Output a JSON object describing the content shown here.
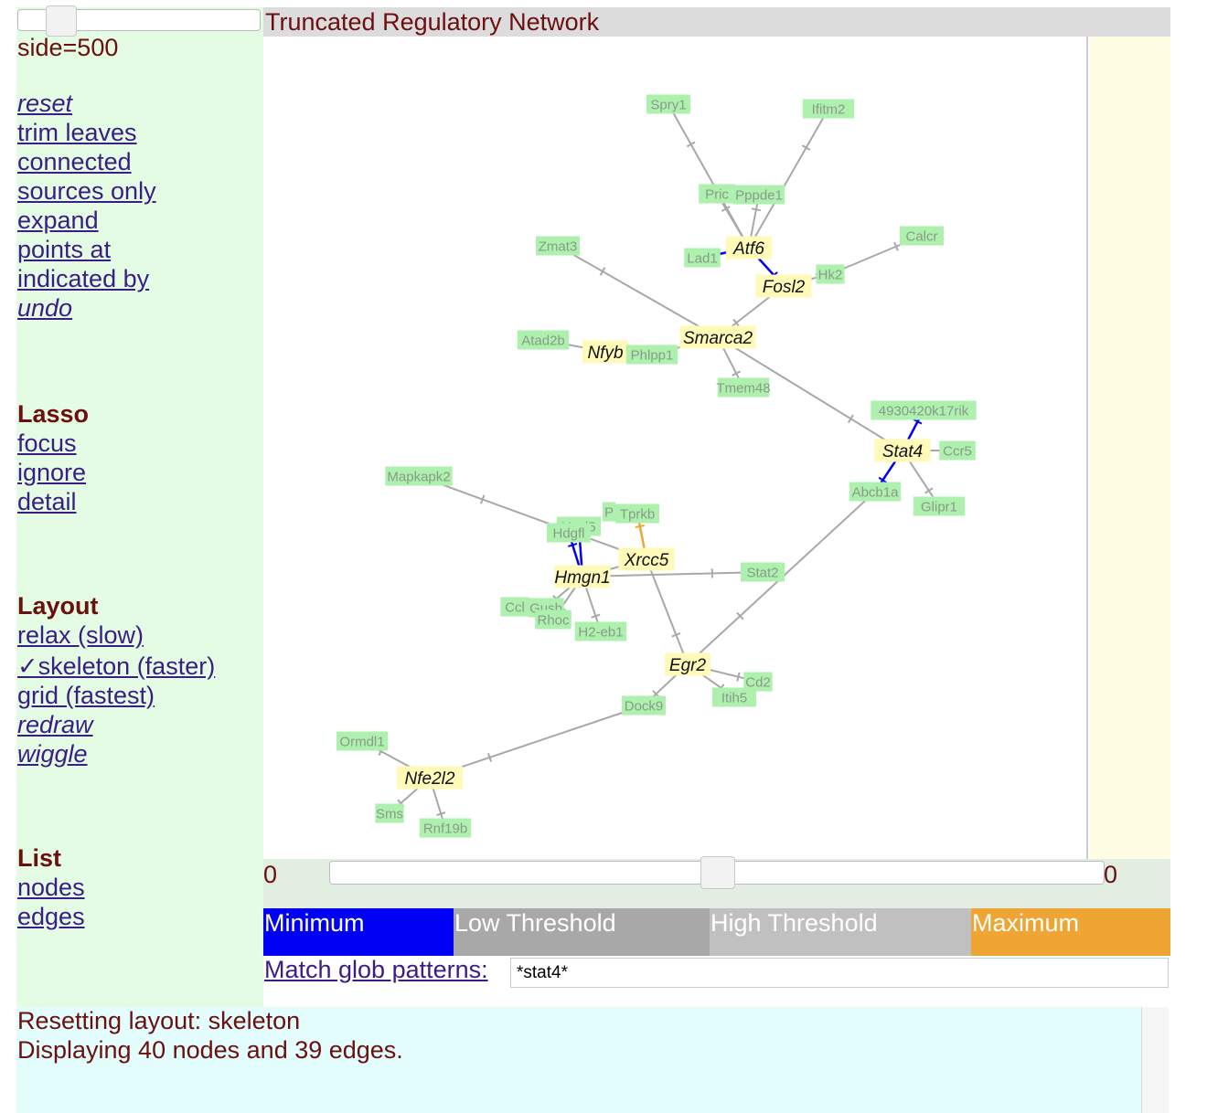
{
  "sidebar": {
    "side_label": "side=500",
    "actions": {
      "reset": "reset",
      "trim_leaves": "trim leaves",
      "connected": "connected",
      "sources_only": "sources only",
      "expand": "expand",
      "points_at": "points at",
      "indicated_by": "indicated by",
      "undo": "undo"
    },
    "lasso": {
      "heading": "Lasso",
      "focus": "focus",
      "ignore": "ignore",
      "detail": "detail"
    },
    "layout": {
      "heading": "Layout",
      "relax": "relax (slow)",
      "skeleton": "✓skeleton (faster)",
      "grid": "grid (fastest)",
      "redraw": "redraw",
      "wiggle": "wiggle"
    },
    "list": {
      "heading": "List",
      "nodes": "nodes",
      "edges": "edges"
    }
  },
  "title": "Truncated Regulatory Network",
  "threshold_slider": {
    "min_value": "0",
    "max_value": "0"
  },
  "legend": {
    "minimum": "Minimum",
    "low_threshold": "Low Threshold",
    "high_threshold": "High Threshold",
    "maximum": "Maximum"
  },
  "colors": {
    "minimum": "#0000f5",
    "low_threshold": "#a8a8a8",
    "high_threshold": "#c0c0c0",
    "maximum": "#eea534",
    "hub_node": "#fffab8",
    "leaf_node": "#aef0ae"
  },
  "match": {
    "label": "Match glob patterns:",
    "value": "*stat4*"
  },
  "log": {
    "line1": "Resetting layout: skeleton",
    "line2": "Displaying 40 nodes and 39 edges."
  },
  "graph": {
    "nodes": [
      {
        "id": "Spry1",
        "label": "Spry1",
        "kind": "leaf"
      },
      {
        "id": "Ifitm2",
        "label": "Ifitm2",
        "kind": "leaf"
      },
      {
        "id": "Pric",
        "label": "Pric",
        "kind": "leaf"
      },
      {
        "id": "Pppde1",
        "label": "Pppde1",
        "kind": "leaf"
      },
      {
        "id": "Calcr",
        "label": "Calcr",
        "kind": "leaf"
      },
      {
        "id": "Zmat3",
        "label": "Zmat3",
        "kind": "leaf"
      },
      {
        "id": "Lad1",
        "label": "Lad1",
        "kind": "leaf"
      },
      {
        "id": "Atf6",
        "label": "Atf6",
        "kind": "hub"
      },
      {
        "id": "Hk2",
        "label": "Hk2",
        "kind": "leaf"
      },
      {
        "id": "Fosl2",
        "label": "Fosl2",
        "kind": "hub"
      },
      {
        "id": "Smarca2",
        "label": "Smarca2",
        "kind": "hub"
      },
      {
        "id": "Atad2b",
        "label": "Atad2b",
        "kind": "leaf"
      },
      {
        "id": "Nfyb",
        "label": "Nfyb",
        "kind": "hub"
      },
      {
        "id": "Phlpp1",
        "label": "Phlpp1",
        "kind": "leaf"
      },
      {
        "id": "Tmem48",
        "label": "Tmem48",
        "kind": "leaf"
      },
      {
        "id": "4930420k17rik",
        "label": "4930420k17rik",
        "kind": "leaf"
      },
      {
        "id": "Stat4",
        "label": "Stat4",
        "kind": "hub"
      },
      {
        "id": "Ccr5",
        "label": "Ccr5",
        "kind": "leaf"
      },
      {
        "id": "Abcb1a",
        "label": "Abcb1a",
        "kind": "leaf"
      },
      {
        "id": "Glipr1",
        "label": "Glipr1",
        "kind": "leaf"
      },
      {
        "id": "Mapkapk2",
        "label": "Mapkapk2",
        "kind": "leaf"
      },
      {
        "id": "P",
        "label": "P",
        "kind": "leaf"
      },
      {
        "id": "Tprkb",
        "label": "Tprkb",
        "kind": "leaf"
      },
      {
        "id": "Ypel5",
        "label": "Ypel5",
        "kind": "leaf"
      },
      {
        "id": "Hdgfl",
        "label": "Hdgfl",
        "kind": "leaf"
      },
      {
        "id": "Xrcc5",
        "label": "Xrcc5",
        "kind": "hub"
      },
      {
        "id": "Hmgn1",
        "label": "Hmgn1",
        "kind": "hub"
      },
      {
        "id": "Stat2",
        "label": "Stat2",
        "kind": "leaf"
      },
      {
        "id": "Ccl",
        "label": "Ccl",
        "kind": "leaf"
      },
      {
        "id": "Gusb",
        "label": "Gusb",
        "kind": "leaf"
      },
      {
        "id": "Rhoc",
        "label": "Rhoc",
        "kind": "leaf"
      },
      {
        "id": "H2-eb1",
        "label": "H2-eb1",
        "kind": "leaf"
      },
      {
        "id": "Egr2",
        "label": "Egr2",
        "kind": "hub"
      },
      {
        "id": "Cd2",
        "label": "Cd2",
        "kind": "leaf"
      },
      {
        "id": "Itih5",
        "label": "Itih5",
        "kind": "leaf"
      },
      {
        "id": "Dock9",
        "label": "Dock9",
        "kind": "leaf"
      },
      {
        "id": "Ormdl1",
        "label": "Ormdl1",
        "kind": "leaf"
      },
      {
        "id": "Nfe2l2",
        "label": "Nfe2l2",
        "kind": "hub"
      },
      {
        "id": "Sms",
        "label": "Sms",
        "kind": "leaf"
      },
      {
        "id": "Rnf19b",
        "label": "Rnf19b",
        "kind": "leaf"
      }
    ],
    "edges": [
      {
        "from": "Atf6",
        "to": "Spry1",
        "color": "gray"
      },
      {
        "from": "Atf6",
        "to": "Ifitm2",
        "color": "gray"
      },
      {
        "from": "Atf6",
        "to": "Pric",
        "color": "gray"
      },
      {
        "from": "Atf6",
        "to": "Pppde1",
        "color": "gray"
      },
      {
        "from": "Atf6",
        "to": "Lad1",
        "color": "blue"
      },
      {
        "from": "Atf6",
        "to": "Fosl2",
        "color": "blue"
      },
      {
        "from": "Fosl2",
        "to": "Hk2",
        "color": "gray"
      },
      {
        "from": "Hk2",
        "to": "Calcr",
        "color": "gray"
      },
      {
        "from": "Fosl2",
        "to": "Smarca2",
        "color": "gray"
      },
      {
        "from": "Smarca2",
        "to": "Zmat3",
        "color": "gray"
      },
      {
        "from": "Smarca2",
        "to": "Phlpp1",
        "color": "gray"
      },
      {
        "from": "Smarca2",
        "to": "Tmem48",
        "color": "gray"
      },
      {
        "from": "Nfyb",
        "to": "Atad2b",
        "color": "gray"
      },
      {
        "from": "Nfyb",
        "to": "Phlpp1",
        "color": "gray"
      },
      {
        "from": "Smarca2",
        "to": "Stat4",
        "color": "gray"
      },
      {
        "from": "Stat4",
        "to": "4930420k17rik",
        "color": "blue"
      },
      {
        "from": "Stat4",
        "to": "Ccr5",
        "color": "gray"
      },
      {
        "from": "Stat4",
        "to": "Abcb1a",
        "color": "blue"
      },
      {
        "from": "Stat4",
        "to": "Glipr1",
        "color": "gray"
      },
      {
        "from": "Abcb1a",
        "to": "Egr2",
        "color": "gray"
      },
      {
        "from": "Xrcc5",
        "to": "Mapkapk2",
        "color": "gray"
      },
      {
        "from": "Xrcc5",
        "to": "Tprkb",
        "color": "orange"
      },
      {
        "from": "Xrcc5",
        "to": "Hmgn1",
        "color": "gray"
      },
      {
        "from": "Hmgn1",
        "to": "Ypel5",
        "color": "blue"
      },
      {
        "from": "Hmgn1",
        "to": "Hdgfl",
        "color": "blue"
      },
      {
        "from": "Hmgn1",
        "to": "Stat2",
        "color": "gray"
      },
      {
        "from": "Hmgn1",
        "to": "Gusb",
        "color": "gray"
      },
      {
        "from": "Hmgn1",
        "to": "Rhoc",
        "color": "gray"
      },
      {
        "from": "Hmgn1",
        "to": "H2-eb1",
        "color": "gray"
      },
      {
        "from": "Xrcc5",
        "to": "Egr2",
        "color": "gray"
      },
      {
        "from": "Egr2",
        "to": "Cd2",
        "color": "gray"
      },
      {
        "from": "Egr2",
        "to": "Itih5",
        "color": "gray"
      },
      {
        "from": "Egr2",
        "to": "Dock9",
        "color": "gray"
      },
      {
        "from": "Dock9",
        "to": "Nfe2l2",
        "color": "gray"
      },
      {
        "from": "Nfe2l2",
        "to": "Ormdl1",
        "color": "gray"
      },
      {
        "from": "Nfe2l2",
        "to": "Sms",
        "color": "gray"
      },
      {
        "from": "Nfe2l2",
        "to": "Rnf19b",
        "color": "gray"
      }
    ]
  }
}
